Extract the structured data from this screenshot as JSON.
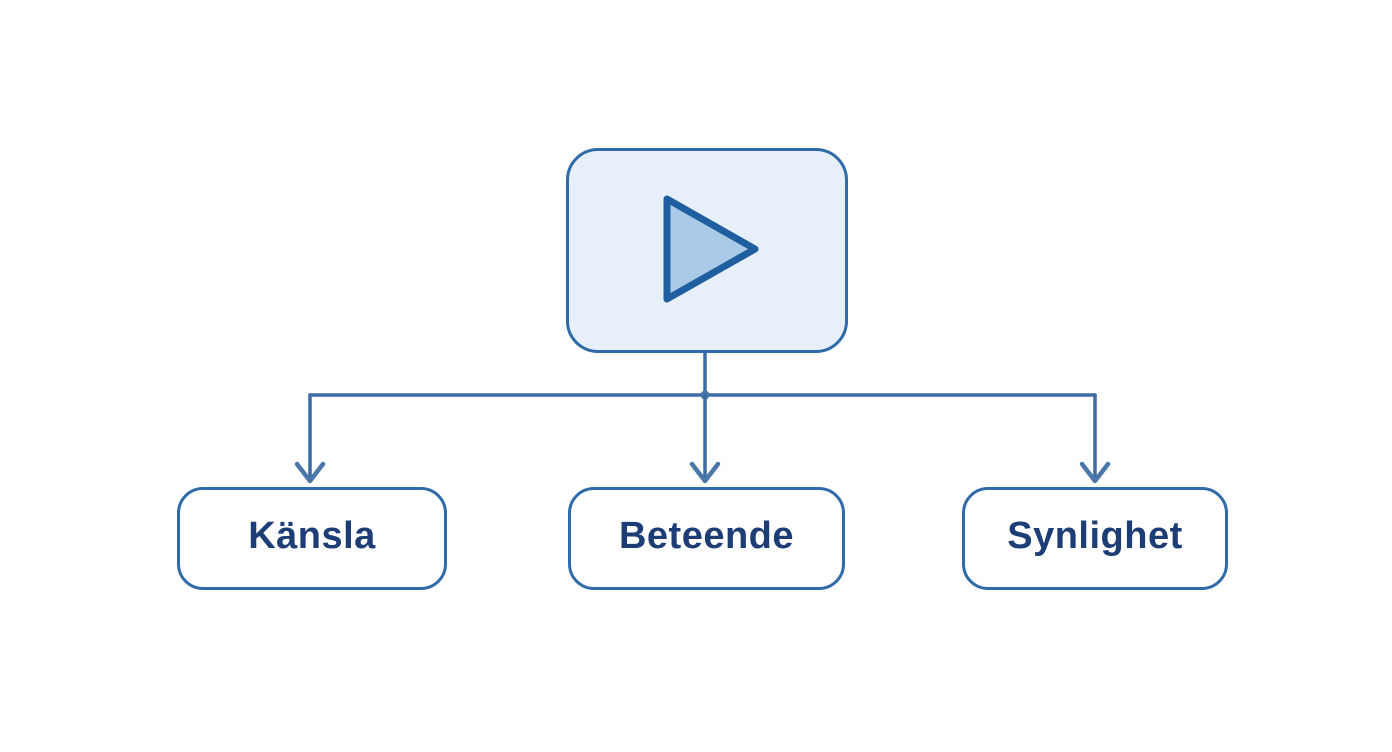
{
  "diagram": {
    "type": "flowchart",
    "background_color": "#ffffff",
    "connector_color": "#3d6ca3",
    "box_border_color": "#2f6ba8",
    "label_text_color": "#1c3d75",
    "root": {
      "icon": "play-icon",
      "fill_color": "#e7f0f9",
      "play_fill_color": "#a9cbe7",
      "play_stroke_color": "#1f5f9f"
    },
    "children": [
      {
        "label": "Känsla"
      },
      {
        "label": "Beteende"
      },
      {
        "label": "Synlighet"
      }
    ]
  }
}
